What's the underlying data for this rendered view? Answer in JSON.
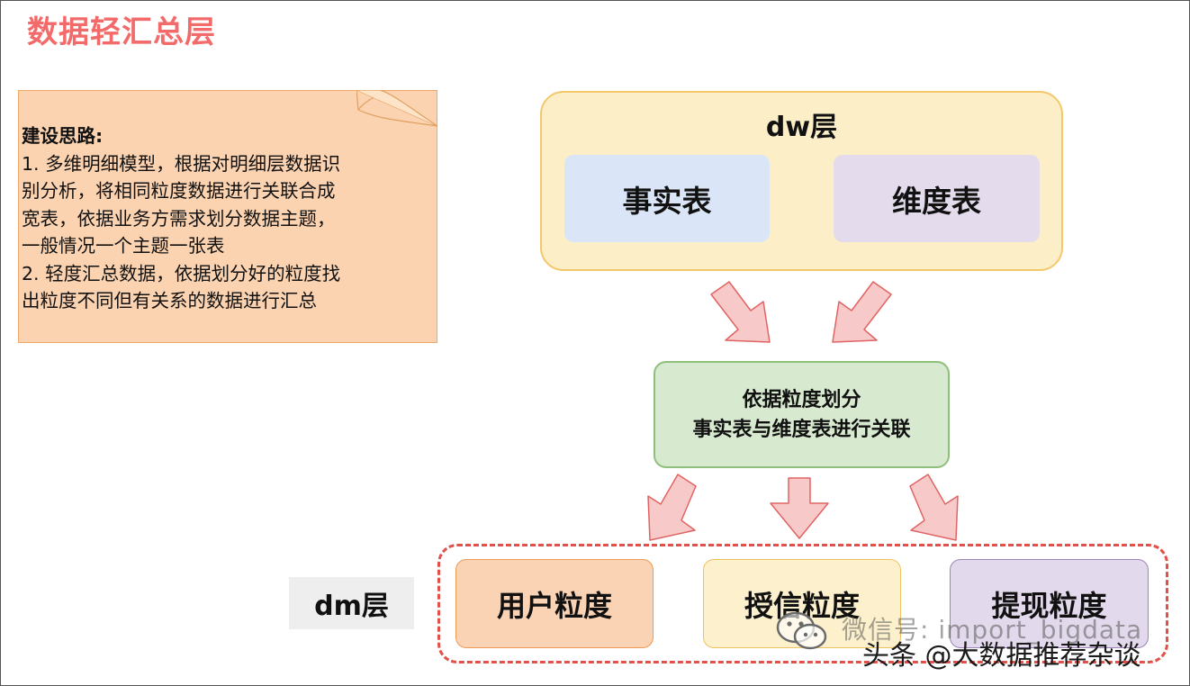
{
  "title": "数据轻汇总层",
  "note": {
    "heading": "建设思路:",
    "body": " 1. 多维明细模型，根据对明细层数据识\n别分析，将相同粒度数据进行关联合成\n宽表，依据业务方需求划分数据主题，\n一般情况一个主题一张表\n 2. 轻度汇总数据，依据划分好的粒度找\n出粒度不同但有关系的数据进行汇总"
  },
  "dw_layer": {
    "title": "dw层",
    "fact_table": "事实表",
    "dimension_table": "维度表"
  },
  "process": {
    "line1": "依据粒度划分",
    "line2": "事实表与维度表进行关联"
  },
  "dm_layer": {
    "label": "dm层",
    "granularities": [
      "用户粒度",
      "授信粒度",
      "提现粒度"
    ]
  },
  "watermark": {
    "line1": "微信号: import_bigdata",
    "line2": "头条 @大数据推荐杂谈"
  },
  "colors": {
    "title": "#f36a6a",
    "arrow_fill": "#f8c9c9",
    "arrow_stroke": "#e06464",
    "dm_border": "#e2504a"
  }
}
